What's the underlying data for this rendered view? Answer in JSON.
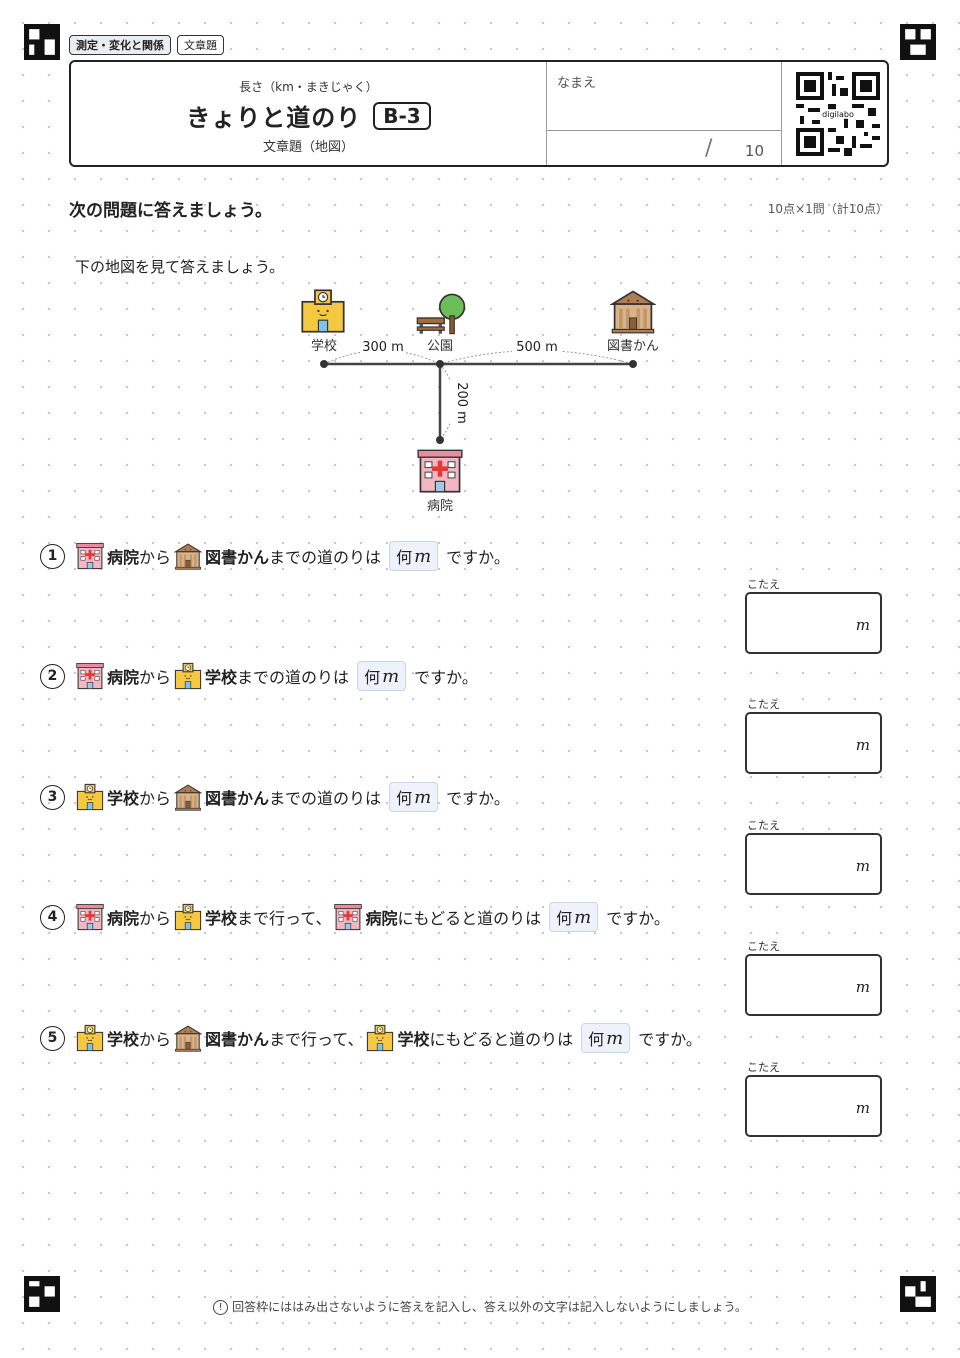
{
  "tags": [
    "測定・変化と関係",
    "文章題"
  ],
  "header": {
    "subtitle": "長さ（km・まきじゃく）",
    "title": "きょりと道のり",
    "level": "B-3",
    "category": "文章題（地図）",
    "name_label": "なまえ",
    "score_slash": "/",
    "score_total": "10",
    "qr_caption": "digilabo"
  },
  "instruction": "次の問題に答えましょう。",
  "points": "10点×1問（計10点）",
  "prompt": "下の地図を見て答えましょう。",
  "map": {
    "school": "学校",
    "park": "公園",
    "library": "図書かん",
    "hospital": "病院",
    "dist_school_park": "300 m",
    "dist_park_library": "500 m",
    "dist_park_hospital": "200 m"
  },
  "ask_word": "何",
  "ask_unit": "m",
  "ask_suffix": "ですか。",
  "answer_label": "こたえ",
  "answer_unit": "m",
  "questions": [
    {
      "num": "1",
      "a": "病院",
      "from": "から",
      "b": "図書かん",
      "mid": "までの道のりは"
    },
    {
      "num": "2",
      "a": "病院",
      "from": "から",
      "b": "学校",
      "mid": "までの道のりは"
    },
    {
      "num": "3",
      "a": "学校",
      "from": "から",
      "b": "図書かん",
      "mid": "までの道のりは"
    },
    {
      "num": "4",
      "a": "病院",
      "from": "から",
      "b": "学校",
      "mid": "まで行って、",
      "c": "病院",
      "end": "にもどると道のりは"
    },
    {
      "num": "5",
      "a": "学校",
      "from": "から",
      "b": "図書かん",
      "mid": "まで行って、",
      "c": "学校",
      "end": "にもどると道のりは"
    }
  ],
  "footer": "回答枠にははみ出さないように答えを記入し、答え以外の文字は記入しないようにしましょう。",
  "colors": {
    "school": "#f5c842",
    "hospital": "#f3b6c3",
    "library": "#c9a27a",
    "park": "#6bbf59",
    "ask_bg": "#eef3fb"
  }
}
